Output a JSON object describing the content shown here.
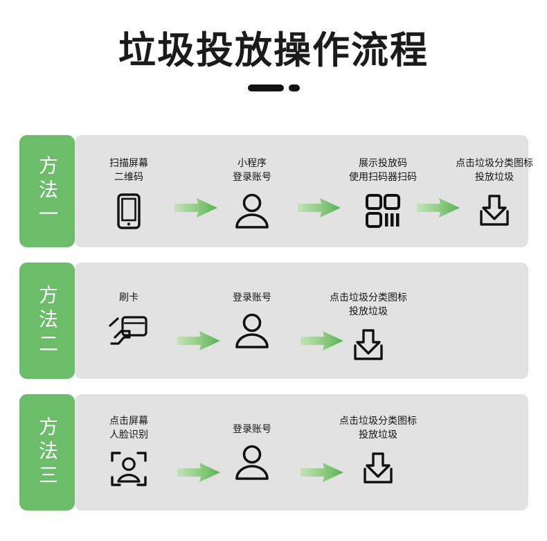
{
  "page": {
    "title": "垃圾投放操作流程",
    "divider": {
      "dash": "dash",
      "dot": "dot"
    },
    "colors": {
      "badge_green": "#6cbd6a",
      "panel_gray": "#e2e2e2",
      "arrow_green_light": "#b3dcab",
      "arrow_green_dark": "#59b859",
      "text_dark": "#141414",
      "background": "#ffffff"
    }
  },
  "methods": [
    {
      "badge": "方法一",
      "steps": [
        {
          "label": "扫描屏幕\n二维码",
          "icon": "mobile-phone-icon"
        },
        {
          "label": "小程序\n登录账号",
          "icon": "user-account-icon"
        },
        {
          "label": "展示投放码\n使用扫码器扫码",
          "icon": "qr-code-icon"
        },
        {
          "label": "点击垃圾分类图标\n投放垃圾",
          "icon": "download-tray-icon"
        }
      ],
      "arrows": 3
    },
    {
      "badge": "方法二",
      "steps": [
        {
          "label": "刷卡",
          "icon": "card-swipe-icon"
        },
        {
          "label": "登录账号",
          "icon": "user-account-icon"
        },
        {
          "label": "点击垃圾分类图标\n投放垃圾",
          "icon": "download-tray-icon"
        }
      ],
      "arrows": 2
    },
    {
      "badge": "方法三",
      "steps": [
        {
          "label": "点击屏幕\n人脸识别",
          "icon": "face-recognition-icon"
        },
        {
          "label": "登录账号",
          "icon": "user-account-icon"
        },
        {
          "label": "点击垃圾分类图标\n投放垃圾",
          "icon": "download-tray-icon"
        }
      ],
      "arrows": 2
    }
  ]
}
